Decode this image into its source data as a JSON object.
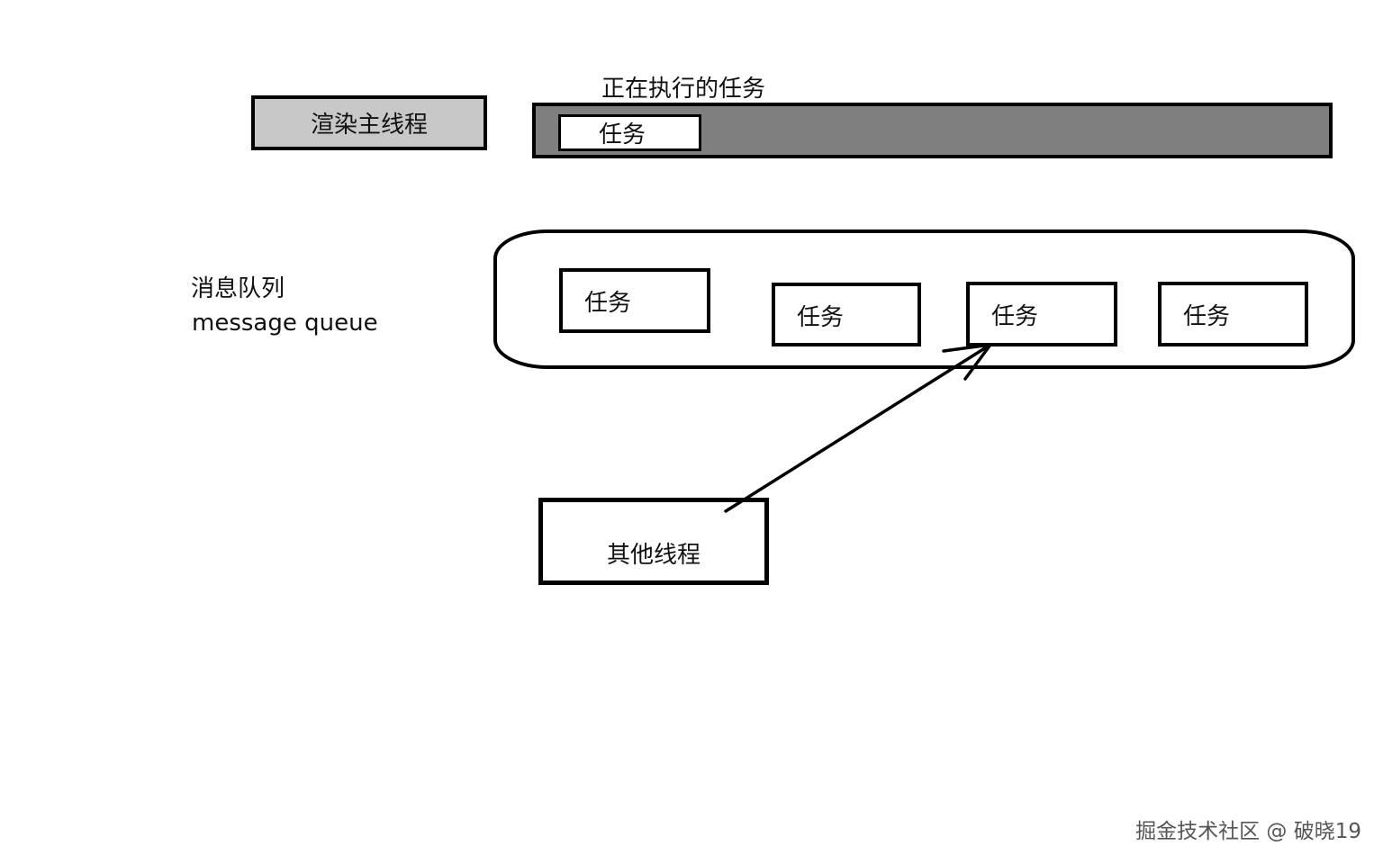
{
  "diagram": {
    "main_thread": {
      "label": "渲染主线程"
    },
    "executing": {
      "title": "正在执行的任务",
      "task_label": "任务"
    },
    "queue": {
      "label_cn": "消息队列",
      "label_en": "message queue",
      "tasks": [
        {
          "label": "任务"
        },
        {
          "label": "任务"
        },
        {
          "label": "任务"
        },
        {
          "label": "任务"
        }
      ]
    },
    "other_thread": {
      "label": "其他线程"
    }
  },
  "watermark": "掘金技术社区 @ 破晓19",
  "colors": {
    "main_thread_fill": "#c8c8c8",
    "executing_bar_fill": "#7f7f7f",
    "stroke": "#000000"
  }
}
